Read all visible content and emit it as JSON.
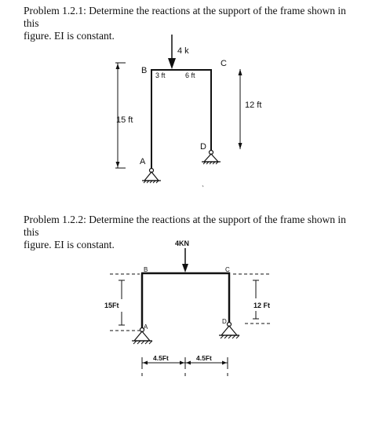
{
  "problem1": {
    "text_line1": "Problem 1.2.1: Determine the reactions at the support of the frame shown in this",
    "text_line2": "figure. EI is constant.",
    "load": "4 k",
    "node_b": "B",
    "node_c": "C",
    "node_d": "D",
    "node_a": "A",
    "dim_left_beam": "3 ft",
    "dim_right_beam": "6 ft",
    "dim_left_height": "15 ft",
    "dim_right_height": "12 ft"
  },
  "problem2": {
    "text_line1": "Problem 1.2.2: Determine the reactions at the support of the frame shown in this",
    "text_line2": "figure. EI is constant.",
    "load": "4KN",
    "node_b": "B",
    "node_c": "C",
    "node_d": "D",
    "node_a": "A",
    "dim_left_height": "15Ft",
    "dim_right_height": "12 Ft",
    "dim_left_span": "4.5Ft",
    "dim_right_span": "4.5Ft"
  }
}
